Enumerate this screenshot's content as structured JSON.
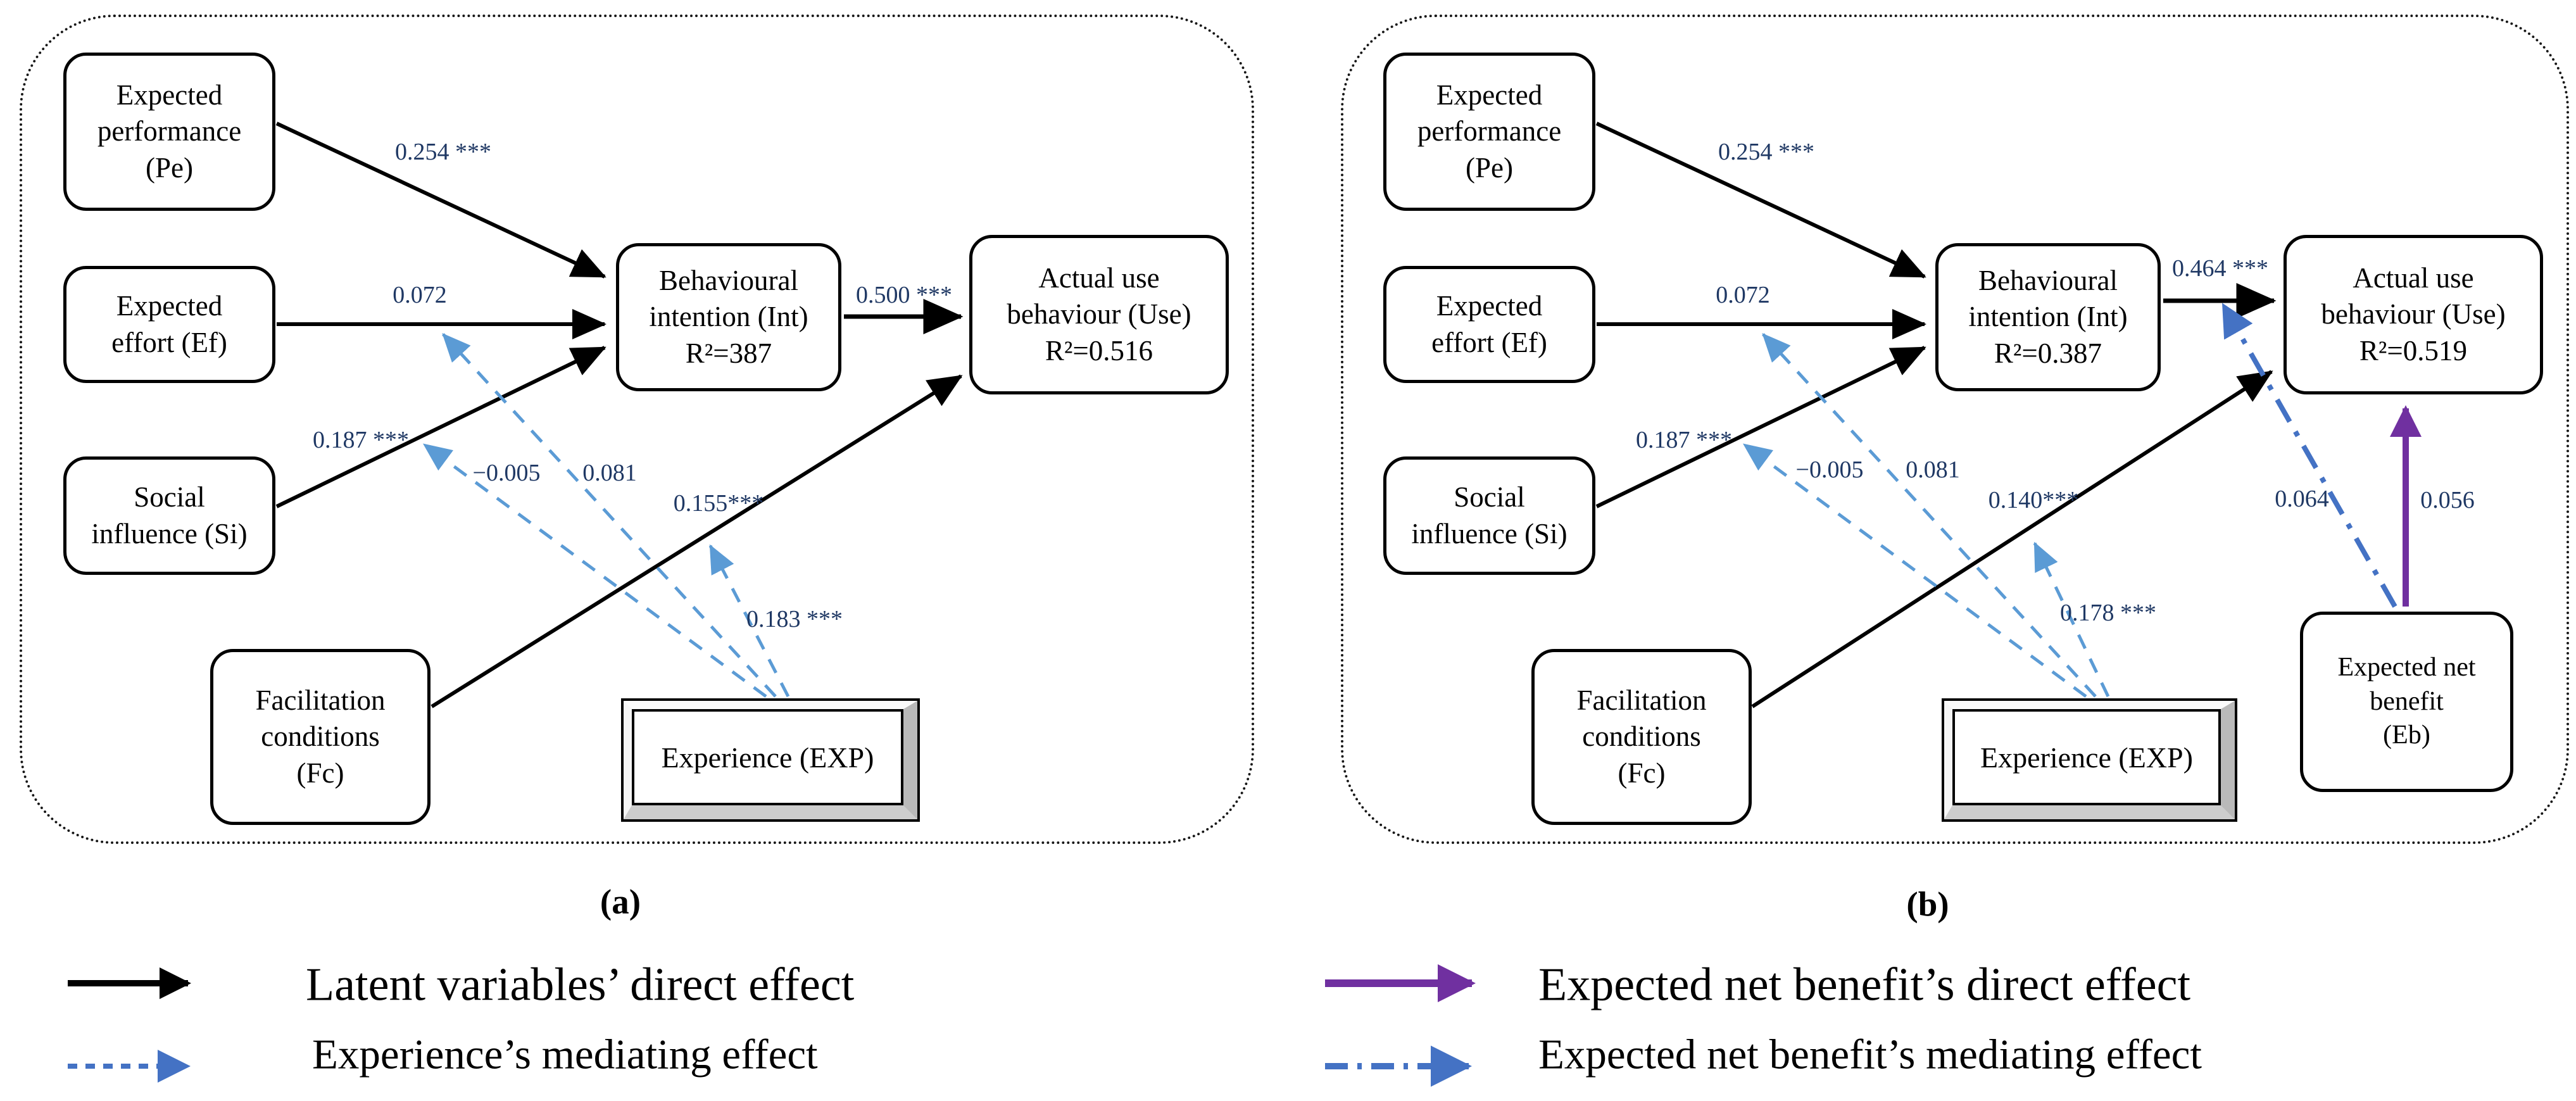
{
  "colors": {
    "arrow_black": "#000000",
    "mediation_blue": "#5b9bd5",
    "dashdot_blue": "#4472c4",
    "direct_purple": "#7030a0",
    "coefficient_text": "#1f3864",
    "box_border": "#000000",
    "background": "#ffffff"
  },
  "captions": {
    "a": "(a)",
    "b": "(b)"
  },
  "legend": {
    "latent_direct": "Latent variables’ direct effect",
    "experience_mediating": "Experience’s mediating effect",
    "eb_direct": "Expected net benefit’s direct effect",
    "eb_mediating": "Expected net benefit’s mediating effect"
  },
  "panel_a": {
    "nodes": {
      "pe": {
        "l1": "Expected",
        "l2": "performance",
        "l3": "(Pe)"
      },
      "ef": {
        "l1": "Expected",
        "l2": "effort (Ef)"
      },
      "si": {
        "l1": "Social",
        "l2": "influence (Si)"
      },
      "fc": {
        "l1": "Facilitation",
        "l2": "conditions",
        "l3": "(Fc)"
      },
      "intent": {
        "l1": "Behavioural",
        "l2": "intention (Int)",
        "l3": "R²=387"
      },
      "use": {
        "l1": "Actual use",
        "l2": "behaviour (Use)",
        "l3": "R²=0.516"
      },
      "exp": {
        "label": "Experience (EXP)"
      }
    },
    "coefs": {
      "pe_int": "0.254 ***",
      "ef_int": "0.072",
      "si_int": "0.187 ***",
      "int_use": "0.500 ***",
      "med_si": "−0.005",
      "med_ef": "0.081",
      "fc_use": "0.155***",
      "med_fc": "0.183 ***"
    }
  },
  "panel_b": {
    "nodes": {
      "pe": {
        "l1": "Expected",
        "l2": "performance",
        "l3": "(Pe)"
      },
      "ef": {
        "l1": "Expected",
        "l2": "effort (Ef)"
      },
      "si": {
        "l1": "Social",
        "l2": "influence (Si)"
      },
      "fc": {
        "l1": "Facilitation",
        "l2": "conditions",
        "l3": "(Fc)"
      },
      "intent": {
        "l1": "Behavioural",
        "l2": "intention (Int)",
        "l3": "R²=0.387"
      },
      "use": {
        "l1": "Actual use",
        "l2": "behaviour (Use)",
        "l3": "R²=0.519"
      },
      "exp": {
        "label": "Experience (EXP)"
      },
      "eb": {
        "l1": "Expected net",
        "l2": "benefit",
        "l3": "(Eb)"
      }
    },
    "coefs": {
      "pe_int": "0.254 ***",
      "ef_int": "0.072",
      "si_int": "0.187 ***",
      "int_use": "0.464 ***",
      "med_si": "−0.005",
      "med_ef": "0.081",
      "fc_use": "0.140***",
      "med_fc": "0.178 ***",
      "eb_mediating": "0.064",
      "eb_direct": "0.056"
    }
  }
}
